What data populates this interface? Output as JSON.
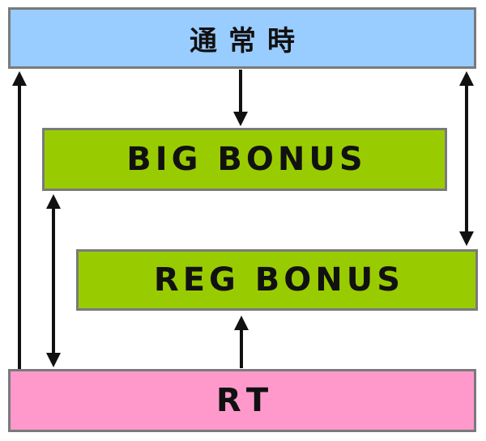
{
  "diagram": {
    "colors": {
      "normal_fill": "#99ccff",
      "bonus_fill": "#99cc00",
      "rt_fill": "#ff99cc",
      "border": "#7a7a7a",
      "arrow": "#111111"
    },
    "nodes": {
      "normal": {
        "label": "通常時"
      },
      "big_bonus": {
        "label": "BIG BONUS"
      },
      "reg_bonus": {
        "label": "REG BONUS"
      },
      "rt": {
        "label": "RT"
      }
    },
    "edges": [
      {
        "from": "normal",
        "to": "big_bonus",
        "direction": "one-way"
      },
      {
        "from": "normal",
        "to": "reg_bonus",
        "direction": "two-way"
      },
      {
        "from": "rt",
        "to": "normal",
        "direction": "one-way"
      },
      {
        "from": "big_bonus",
        "to": "rt",
        "direction": "two-way"
      },
      {
        "from": "rt",
        "to": "reg_bonus",
        "direction": "one-way"
      }
    ]
  }
}
